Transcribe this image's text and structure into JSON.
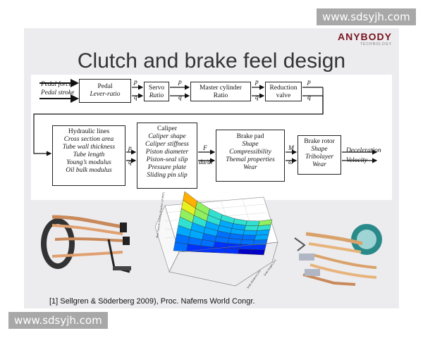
{
  "watermark": {
    "top": "www.sdsyjh.com",
    "bottom": "www.sdsyjh.com"
  },
  "logo": {
    "name": "ANYBODY",
    "sub": "TECHNOLOGY"
  },
  "slide": {
    "title": "Clutch and brake feel design"
  },
  "inputs": [
    "Pedal force",
    "Pedal stroke"
  ],
  "boxes": {
    "pedal": [
      "Pedal",
      "Lever-ratio"
    ],
    "servo": [
      "Servo",
      "Ratio"
    ],
    "master": [
      "Master cylinder",
      "Ratio"
    ],
    "reduction": [
      "Reduction",
      "valve"
    ],
    "hydraulic": [
      "Hydraulic lines",
      "Cross section area",
      "Tube wall thickness",
      "Tube length",
      "Young’s modulus",
      "Oil bulk modulus"
    ],
    "caliper": [
      "Caliper",
      "Caliper shape",
      "Caliper stiffness",
      "Piston diameter",
      "Piston-seal slip",
      "Pressure plate",
      "Sliding pin slip"
    ],
    "pad": [
      "Brake pad",
      "Shape",
      "Compressibility",
      "Themal properties",
      "Wear"
    ],
    "rotor": [
      "Brake rotor",
      "Shape",
      "Tribolayer",
      "Wear"
    ]
  },
  "signals": {
    "p": "p",
    "q": "q",
    "F": "F",
    "du": "du/dt",
    "M": "M",
    "w": "ω"
  },
  "outputs": [
    "Deceleration",
    "Velocity"
  ],
  "plot_axes": {
    "z": "Max muscle activity [fraction of MVC]",
    "y": "Seat distance [m]",
    "x": "Seat height [m]"
  },
  "citation": "[1] Sellgren & Söderberg 2009), Proc. Nafems World Congr."
}
